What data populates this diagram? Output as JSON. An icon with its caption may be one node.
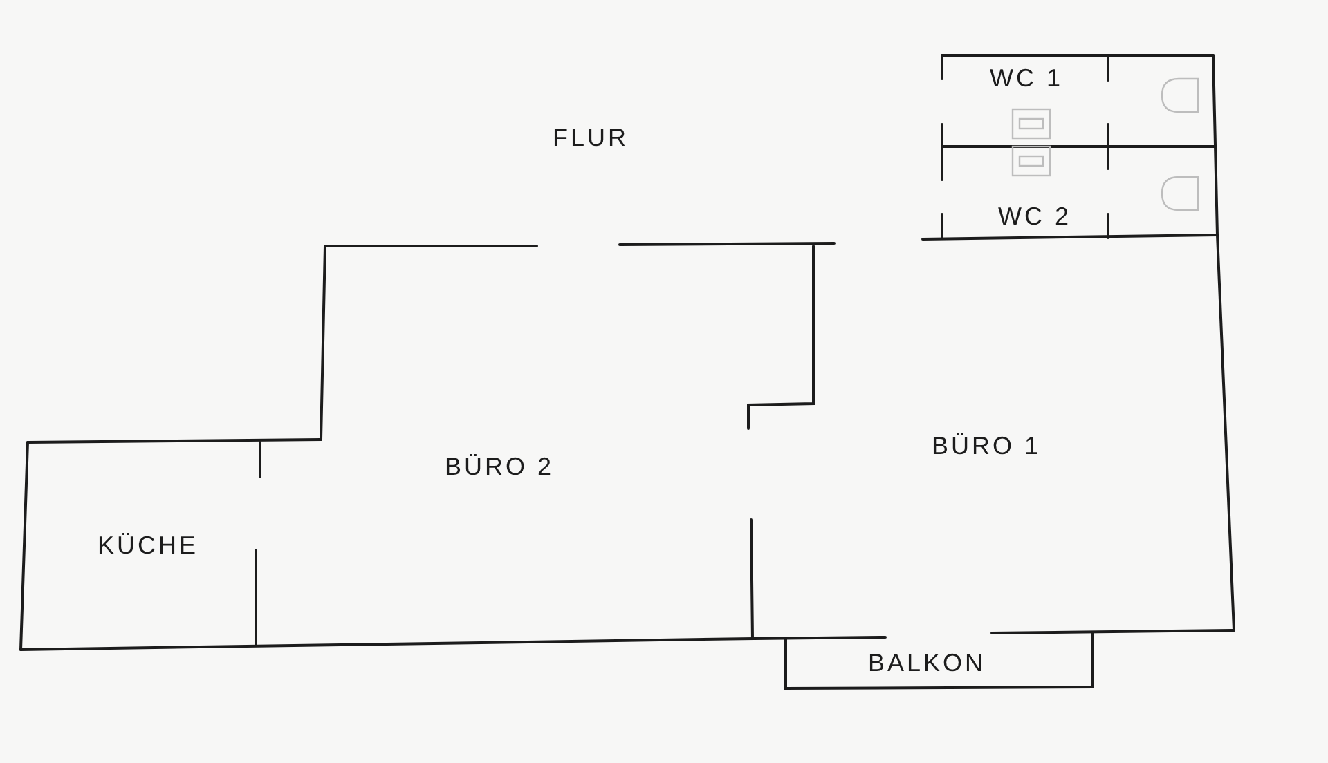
{
  "diagram": {
    "labels": [
      "WC 1",
      "FLUR",
      "WC 2",
      "BÜRO 1",
      "BÜRO 2",
      "KÜCHE",
      "BALKON"
    ]
  }
}
